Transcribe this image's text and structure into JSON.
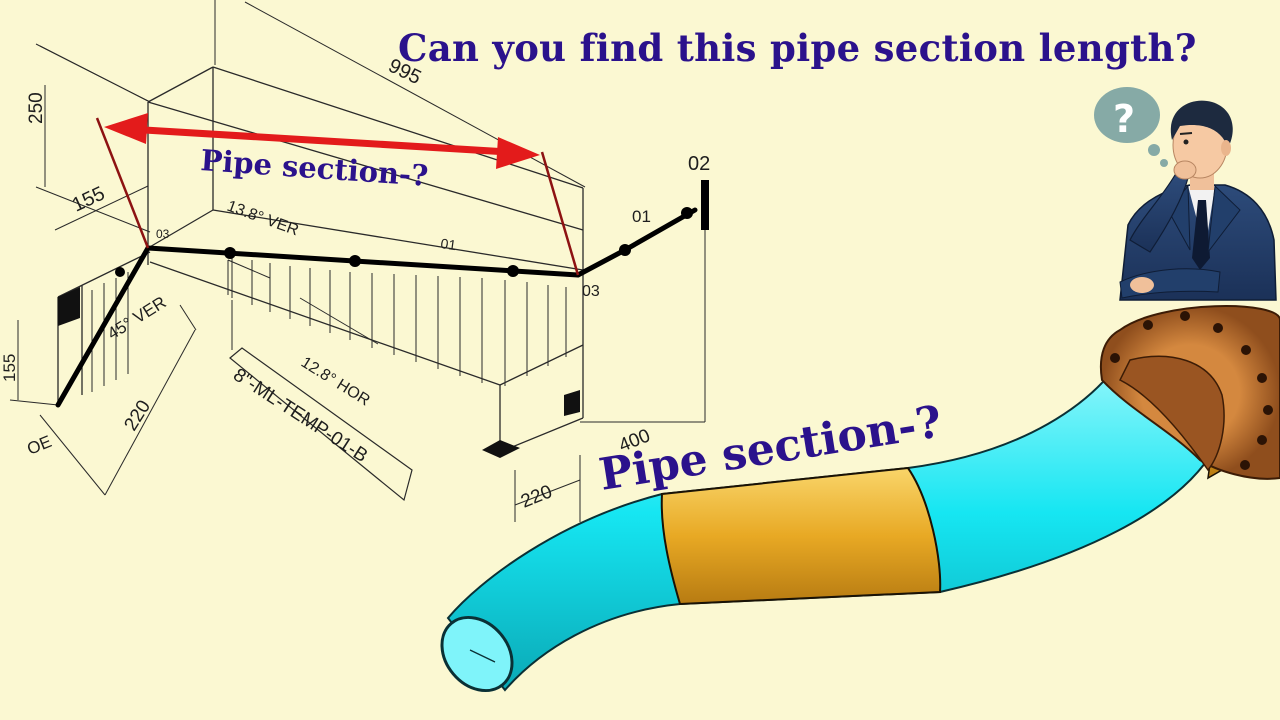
{
  "headline": "Can you find this pipe section length?",
  "callout_iso": "Pipe section-?",
  "callout_3d": "Pipe section-?",
  "iso": {
    "dim_250": "250",
    "dim_995": "995",
    "dim_155_top": "155",
    "dim_155_left": "155",
    "dim_220_mid": "220",
    "dim_220_bottom": "220",
    "dim_400": "400",
    "angle_vertical_top": "13.8° VER",
    "angle_vertical_left": "45° VER",
    "angle_horizontal": "12.8° HOR",
    "line_number": "8\"-ML-TEMP-01-B",
    "tag_03_left": "03",
    "tag_03_right": "03",
    "tag_01_middle": "01",
    "tag_01_right": "01",
    "tag_02": "02",
    "tag_oe": "OE"
  },
  "colors": {
    "background": "#fbf8d2",
    "headline": "#2b128c",
    "callout": "#2b128c",
    "arrow": "#e31b1b",
    "pipe_cyan": "#16e6f2",
    "pipe_yellow": "#e8a924",
    "flange": "#b26a2c"
  },
  "icons": [
    "question-bubble-icon",
    "thinking-man-icon"
  ]
}
